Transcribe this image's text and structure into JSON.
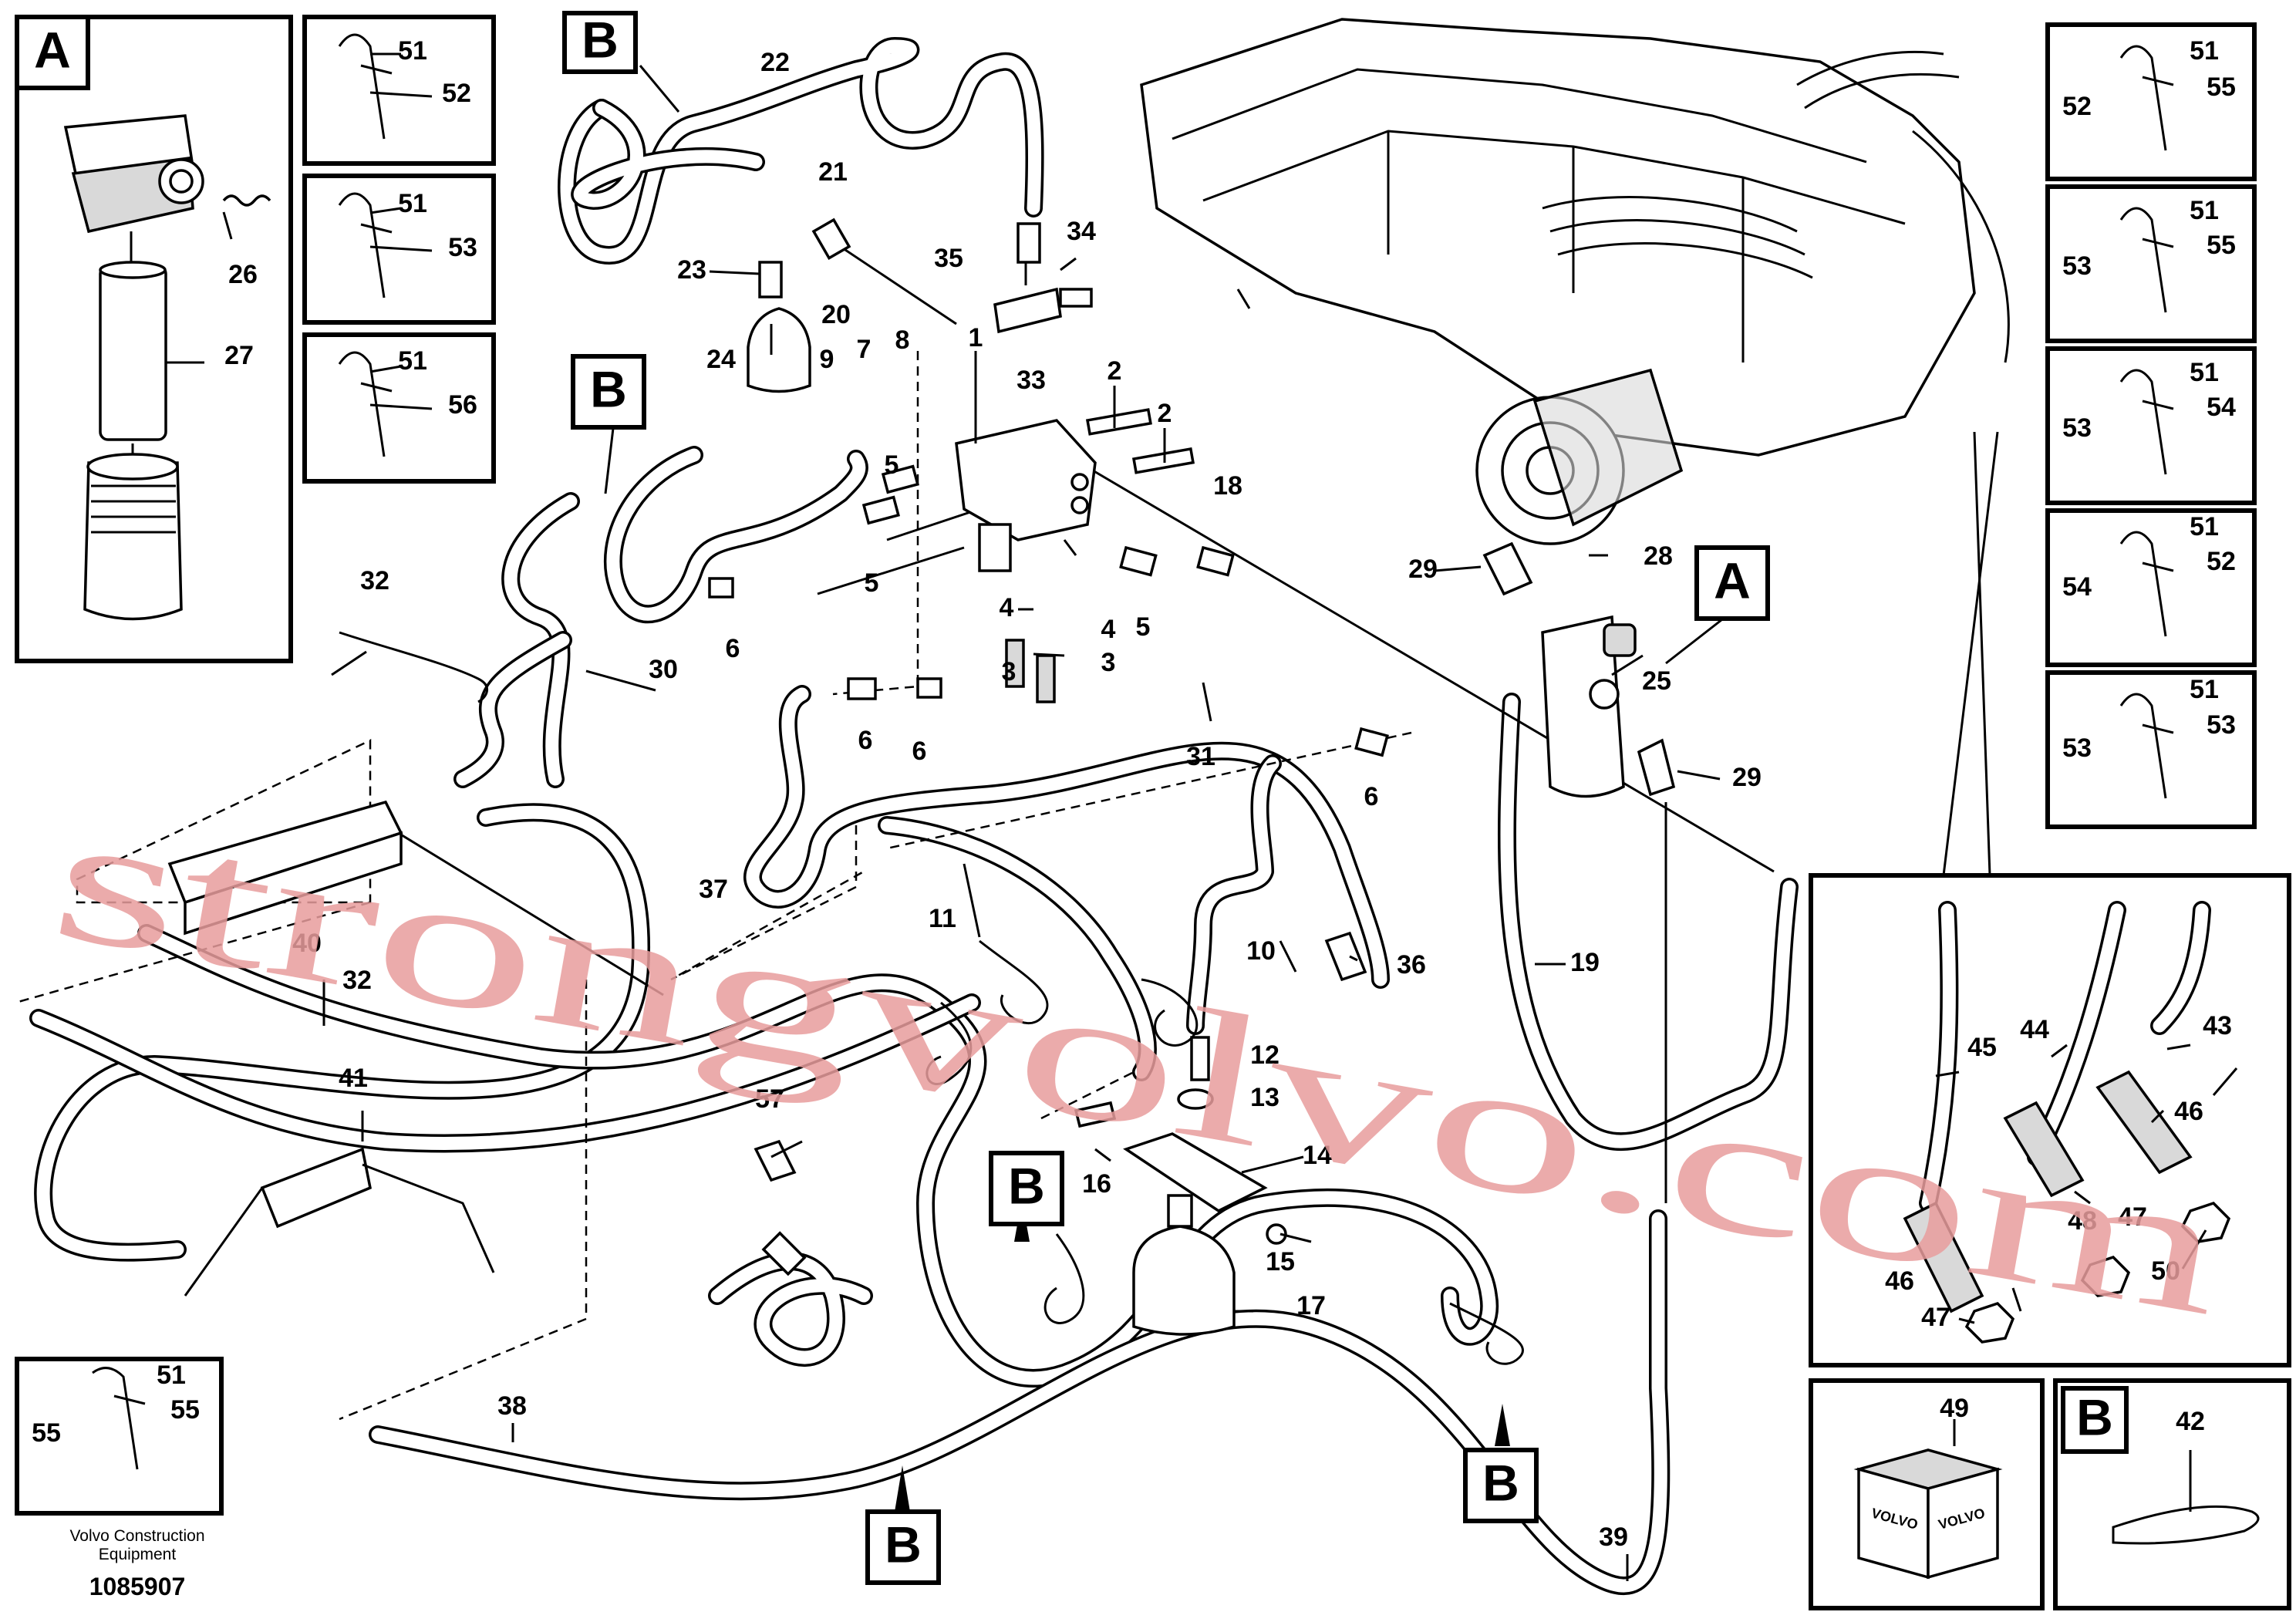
{
  "callouts": [
    "1",
    "2",
    "3",
    "4",
    "5",
    "6",
    "7",
    "8",
    "9",
    "10",
    "11",
    "12",
    "13",
    "14",
    "15",
    "16",
    "17",
    "18",
    "19",
    "20",
    "21",
    "22",
    "23",
    "24",
    "25",
    "26",
    "27",
    "28",
    "29",
    "30",
    "31",
    "32",
    "33",
    "34",
    "35",
    "36",
    "37",
    "38",
    "39",
    "40",
    "41",
    "42",
    "43",
    "44",
    "45",
    "46",
    "47",
    "48",
    "49",
    "50",
    "51",
    "52",
    "53",
    "54",
    "55",
    "56",
    "57"
  ],
  "view_flags": {
    "a": "A",
    "b": "B"
  },
  "watermark": "strongvolvo.com",
  "kit_box_text": "VOLVO",
  "footer": {
    "line1": "Volvo Construction",
    "line2": "Equipment",
    "drawing_number": "1085907"
  },
  "colors": {
    "watermark": "#e89c9c",
    "line": "#000000",
    "background": "#ffffff"
  }
}
